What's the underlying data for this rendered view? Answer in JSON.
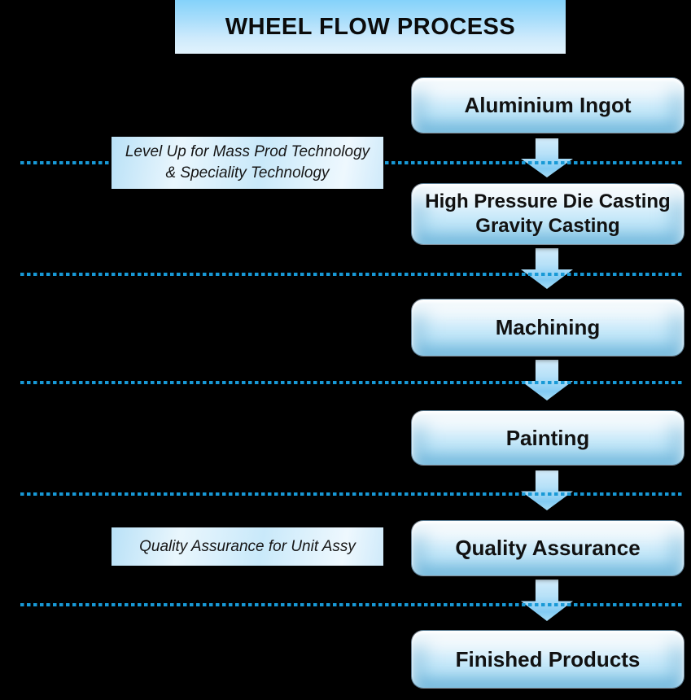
{
  "title": {
    "text": "WHEEL FLOW PROCESS"
  },
  "flow": {
    "steps": [
      {
        "name": "aluminium-ingot",
        "lines": [
          "Aluminium Ingot"
        ]
      },
      {
        "name": "casting",
        "lines": [
          "High Pressure Die Casting",
          "Gravity Casting"
        ]
      },
      {
        "name": "machining",
        "lines": [
          "Machining"
        ]
      },
      {
        "name": "painting",
        "lines": [
          "Painting"
        ]
      },
      {
        "name": "quality-assurance",
        "lines": [
          "Quality Assurance"
        ]
      },
      {
        "name": "finished-products",
        "lines": [
          "Finished Products"
        ]
      }
    ]
  },
  "annotations": [
    {
      "lines": [
        "Level Up for Mass Prod Technology",
        "& Speciality Technology"
      ]
    },
    {
      "lines": [
        "Quality Assurance for Unit Assy"
      ]
    }
  ],
  "colors": {
    "background": "#000000",
    "dotted_line": "#1899d6",
    "box_gradient_top": "#ffffff",
    "box_gradient_bottom": "#a6dcf6",
    "title_gradient_top": "#84d2fa",
    "title_gradient_bottom": "#e2f3fd",
    "arrow_fill": "#82cbf3",
    "text": "#111111"
  }
}
